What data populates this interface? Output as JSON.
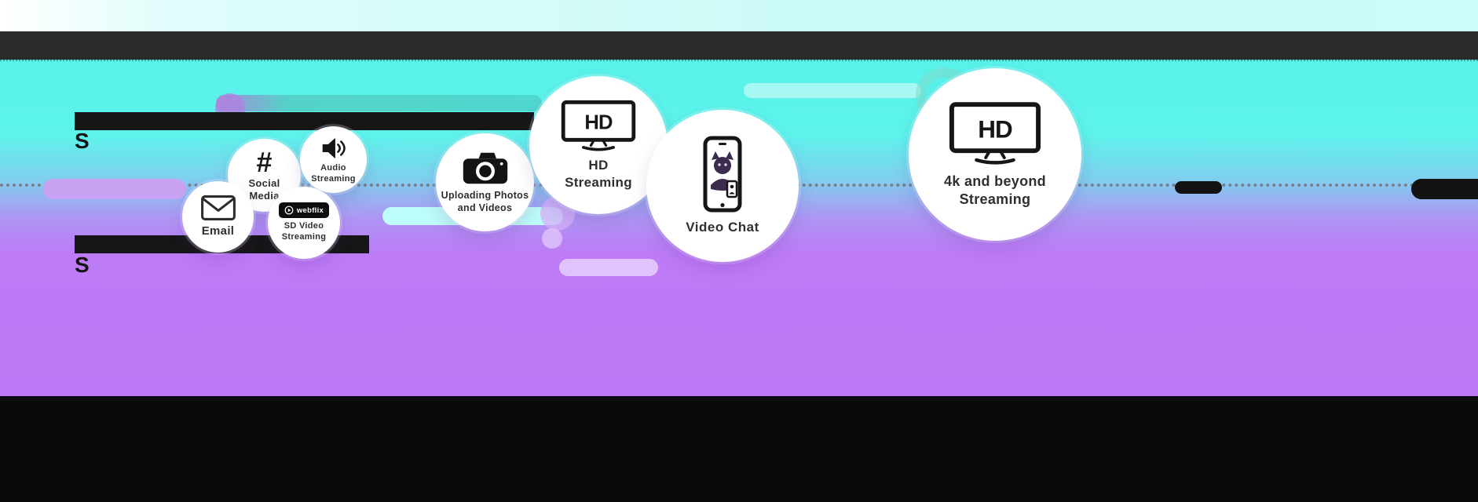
{
  "colors": {
    "cyan": "#5af2ea",
    "purple": "#bd7af6",
    "top_strip": "#ccfbf8",
    "top_bar": "#2b2929",
    "bottom_bar": "#0a0a0a",
    "streak_teal": "#4fd8ce",
    "streak_lavender": "#e0c3fa"
  },
  "redacted": {
    "line1_visible": "S",
    "line2_visible": "S"
  },
  "bubbles": [
    {
      "label": "Email",
      "icon": "envelope-icon"
    },
    {
      "label": "Social Media",
      "icon": "hashtag-icon",
      "glyph": "#"
    },
    {
      "label": "Audio Streaming",
      "icon": "speaker-icon"
    },
    {
      "label": "SD Video Streaming",
      "icon": "webflix-logo",
      "logo_text": "webflix"
    },
    {
      "label": "Uploading Photos and Videos",
      "icon": "camera-icon"
    },
    {
      "label": "HD Streaming",
      "icon": "hd-tv-icon",
      "tv_text": "HD"
    },
    {
      "label": "Video Chat",
      "icon": "video-chat-phone-icon"
    },
    {
      "label": "4k and beyond Streaming",
      "icon": "hd-tv-icon",
      "tv_text": "HD"
    }
  ]
}
